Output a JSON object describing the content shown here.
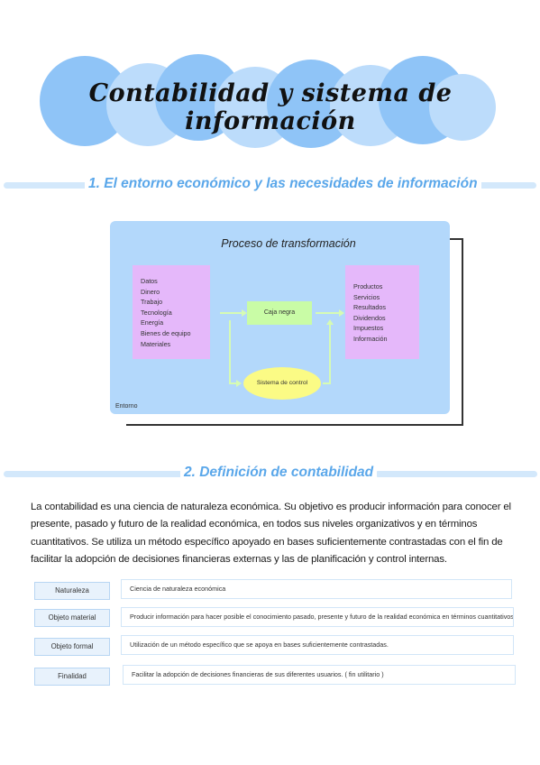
{
  "header": {
    "title": "Contabilidad y sistema de información"
  },
  "sections": [
    {
      "label": "1.   El entorno económico y las necesidades de información"
    },
    {
      "label": "2.   Definición de contabilidad"
    }
  ],
  "diagram": {
    "process_title": "Proceso de transformación",
    "inputs": [
      "Datos",
      "Dinero",
      "Trabajo",
      "Tecnología",
      "Energía",
      "Bienes de equipo",
      "Materiales"
    ],
    "black_box": "Caja negra",
    "outputs": [
      "Productos",
      "Servicios",
      "Resultados",
      "Dividendos",
      "Impuestos",
      "Información"
    ],
    "control": "Sistema de control",
    "environment": "Entorno"
  },
  "definition": {
    "paragraph": "La contabilidad es una ciencia de naturaleza económica. Su objetivo es producir información para conocer el presente, pasado y futuro de la realidad económica, en todos sus niveles organizativos y en términos cuantitativos. Se utiliza un método específico apoyado en bases suficientemente contrastadas con el fin de facilitar la adopción de decisiones financieras externas y las de planificación y control internas."
  },
  "table": [
    {
      "label": "Naturaleza",
      "value": "Ciencia de naturaleza económica"
    },
    {
      "label": "Objeto material",
      "value": "Producir información para hacer posible el conocimiento pasado, presente y futuro de la realidad económica en términos cuantitativos"
    },
    {
      "label": "Objeto formal",
      "value": "Utilización de un método específico que se apoya en bases suficientemente contrastadas."
    },
    {
      "label": "Finalidad",
      "value": "Facilitar la adopción de decisiones financieras de sus diferentes usuarios. ( fin utilitario )"
    }
  ],
  "colors": {
    "bubble_dark": "#8fc4f7",
    "bubble_light": "#bcdcfb",
    "section_text": "#5aa7ea",
    "environment_fill": "#b3d8fb",
    "input_output_fill": "#e5b8fa",
    "black_box_fill": "#c9fca6",
    "control_fill": "#fbfb85",
    "arrow": "#d6fbb4"
  }
}
